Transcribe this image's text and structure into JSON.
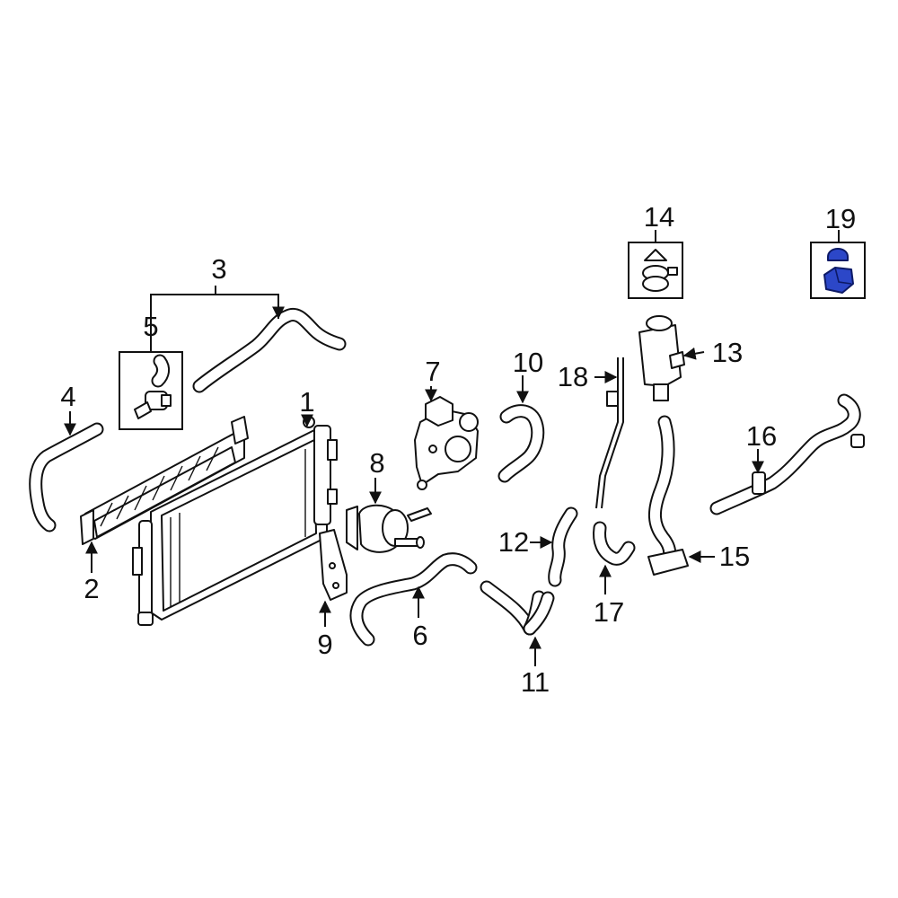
{
  "diagram": {
    "callouts": [
      {
        "id": "1",
        "label": "1"
      },
      {
        "id": "2",
        "label": "2"
      },
      {
        "id": "3",
        "label": "3"
      },
      {
        "id": "4",
        "label": "4"
      },
      {
        "id": "5",
        "label": "5"
      },
      {
        "id": "6",
        "label": "6"
      },
      {
        "id": "7",
        "label": "7"
      },
      {
        "id": "8",
        "label": "8"
      },
      {
        "id": "9",
        "label": "9"
      },
      {
        "id": "10",
        "label": "10"
      },
      {
        "id": "11",
        "label": "11"
      },
      {
        "id": "12",
        "label": "12"
      },
      {
        "id": "13",
        "label": "13"
      },
      {
        "id": "14",
        "label": "14"
      },
      {
        "id": "15",
        "label": "15"
      },
      {
        "id": "16",
        "label": "16"
      },
      {
        "id": "17",
        "label": "17"
      },
      {
        "id": "18",
        "label": "18"
      },
      {
        "id": "19",
        "label": "19"
      }
    ],
    "highlighted_part": "19",
    "colors": {
      "line": "#111111",
      "background": "#ffffff",
      "highlight_fill": "#2c47c8",
      "highlight_stroke": "#0d1a66"
    }
  }
}
